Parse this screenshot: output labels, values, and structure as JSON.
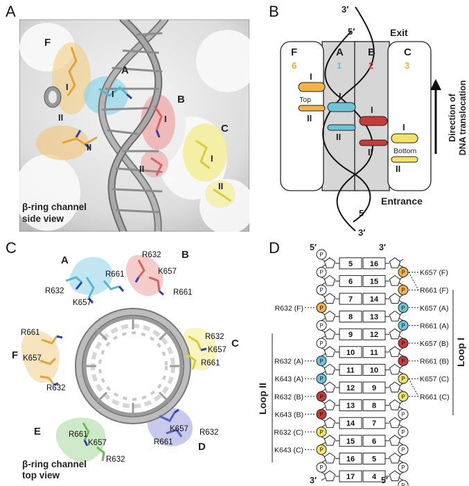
{
  "panels": {
    "a": "A",
    "b": "B",
    "c": "C",
    "d": "D"
  },
  "panel_a": {
    "subunits": {
      "f": "F",
      "a": "A",
      "b": "B",
      "c": "C"
    },
    "loops": {
      "i": "I",
      "ii": "II"
    },
    "caption_line1": "β-ring channel",
    "caption_line2": "side view"
  },
  "panel_b": {
    "prime_top1": "3′",
    "prime_top2": "5′",
    "prime_bot1": "5′",
    "prime_bot2": "3′",
    "exit": "Exit",
    "entrance": "Entrance",
    "columns": [
      {
        "letter": "F",
        "number": "6",
        "numcolor": "#e8a840"
      },
      {
        "letter": "A",
        "number": "1",
        "numcolor": "#6cc0d4"
      },
      {
        "letter": "B",
        "number": "2",
        "numcolor": "#c83a3a"
      },
      {
        "letter": "C",
        "number": "3",
        "numcolor": "#e8d548"
      }
    ],
    "top": "Top",
    "bottom": "Bottom",
    "loop_i": "I",
    "loop_ii": "II",
    "direction_line1": "Direction of",
    "direction_line2": "DNA translocation"
  },
  "panel_c": {
    "subunits": {
      "a": "A",
      "b": "B",
      "c": "C",
      "d": "D",
      "e": "E",
      "f": "F"
    },
    "residues": {
      "r632": "R632",
      "k657": "K657",
      "r661": "R661"
    },
    "caption_line1": "β-ring channel",
    "caption_line2": "top view"
  },
  "panel_d": {
    "primes": {
      "tl": "5′",
      "tr": "3′",
      "bl": "3′",
      "br": "5′"
    },
    "phosphate": "P",
    "left_numbers": [
      "5",
      "6",
      "7",
      "8",
      "9",
      "10",
      "11",
      "12",
      "13",
      "14",
      "15",
      "16",
      "17"
    ],
    "right_numbers": [
      "16",
      "15",
      "14",
      "13",
      "12",
      "11",
      "10",
      "9",
      "8",
      "7",
      "6",
      "5",
      "4"
    ],
    "right_labels": [
      "K657 (F)",
      "R661 (F)",
      "K657 (A)",
      "R661 (A)",
      "K657 (B)",
      "R661 (B)",
      "K657 (C)",
      "R661 (C)"
    ],
    "left_labels": [
      "R632 (F)",
      "R632 (A)",
      "K643 (A)",
      "R632 (B)",
      "K643 (B)",
      "R632 (C)",
      "K643 (C)"
    ],
    "loop_i": "Loop I",
    "loop_ii": "Loop II",
    "colors": {
      "orange": "#efb34a",
      "cyan": "#6ec4d6",
      "red": "#c63b3b",
      "yellow": "#f1e36a"
    }
  }
}
